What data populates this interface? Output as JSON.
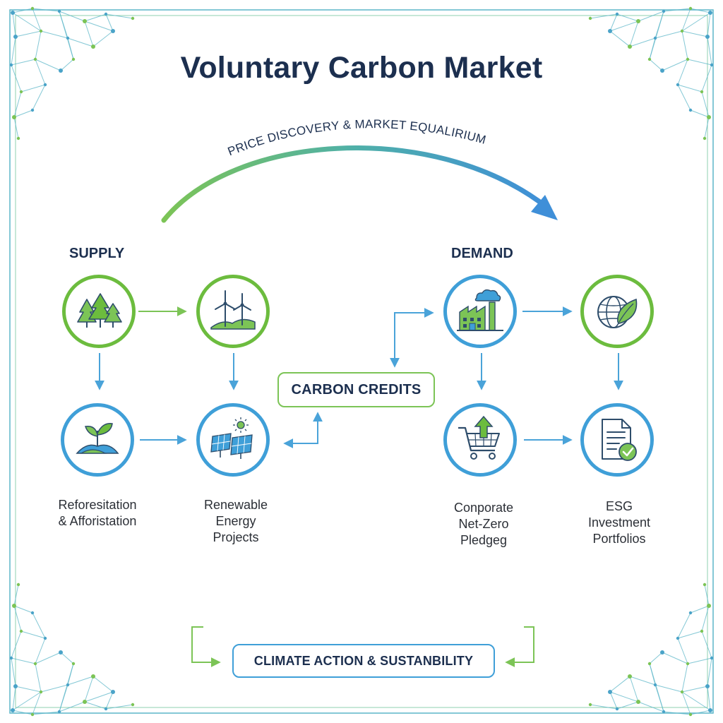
{
  "title": "Voluntary Carbon Market",
  "arc_label": "PRICE DISCOVERY & MARKET EQUALIRIUM",
  "supply": {
    "label": "SUPPLY",
    "captions": {
      "reforestation": "Reforesitation\n& Afforistation",
      "renewable": "Renewable\nEnergy\nProjects"
    }
  },
  "demand": {
    "label": "DEMAND",
    "captions": {
      "corporate": "Conporate\nNet-Zero\nPledgeg",
      "esg": "ESG\nInvestment\nPortfolios"
    }
  },
  "carbon_credits": "CARBON CREDITS",
  "climate_action": "CLIMATE ACTION & SUSTANBILITY",
  "colors": {
    "navy": "#1c2f4f",
    "blue": "#3f9fd8",
    "green": "#6cbc3e",
    "arrow_blue": "#4aa3d9",
    "arrow_green": "#7cc456",
    "network": "#5bb6c8"
  },
  "icons": {
    "forest": "forest-icon",
    "wind": "wind-turbine-icon",
    "sprout": "sprout-icon",
    "solar": "solar-panel-icon",
    "factory": "factory-icon",
    "globe": "globe-leaf-icon",
    "cart": "shopping-cart-icon",
    "document": "document-check-icon"
  }
}
